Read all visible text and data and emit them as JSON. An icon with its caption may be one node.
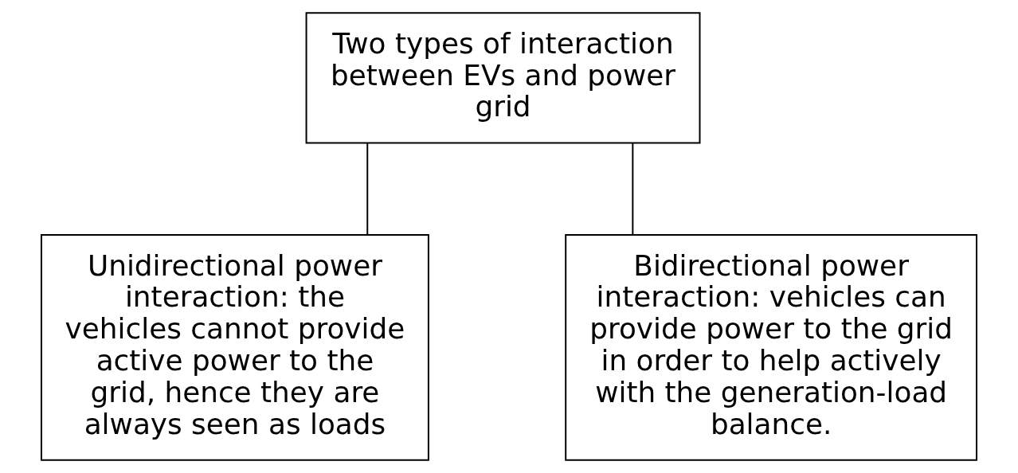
{
  "diagram": {
    "nodes": [
      {
        "text": [
          "Two types of interaction between EVs and power grid"
        ]
      },
      {
        "text": [
          "Unidirectional power interaction: the vehicles cannot provide active power to the grid, hence they are always seen as loads"
        ]
      },
      {
        "text": [
          "Bidirectional power interaction: vehicles can provide power to the grid in order to help actively with the generation-load balance."
        ]
      }
    ],
    "edges": [
      {
        "from": 0,
        "to": 1,
        "arrow": "none"
      },
      {
        "from": 0,
        "to": 2,
        "arrow": "none"
      }
    ]
  }
}
